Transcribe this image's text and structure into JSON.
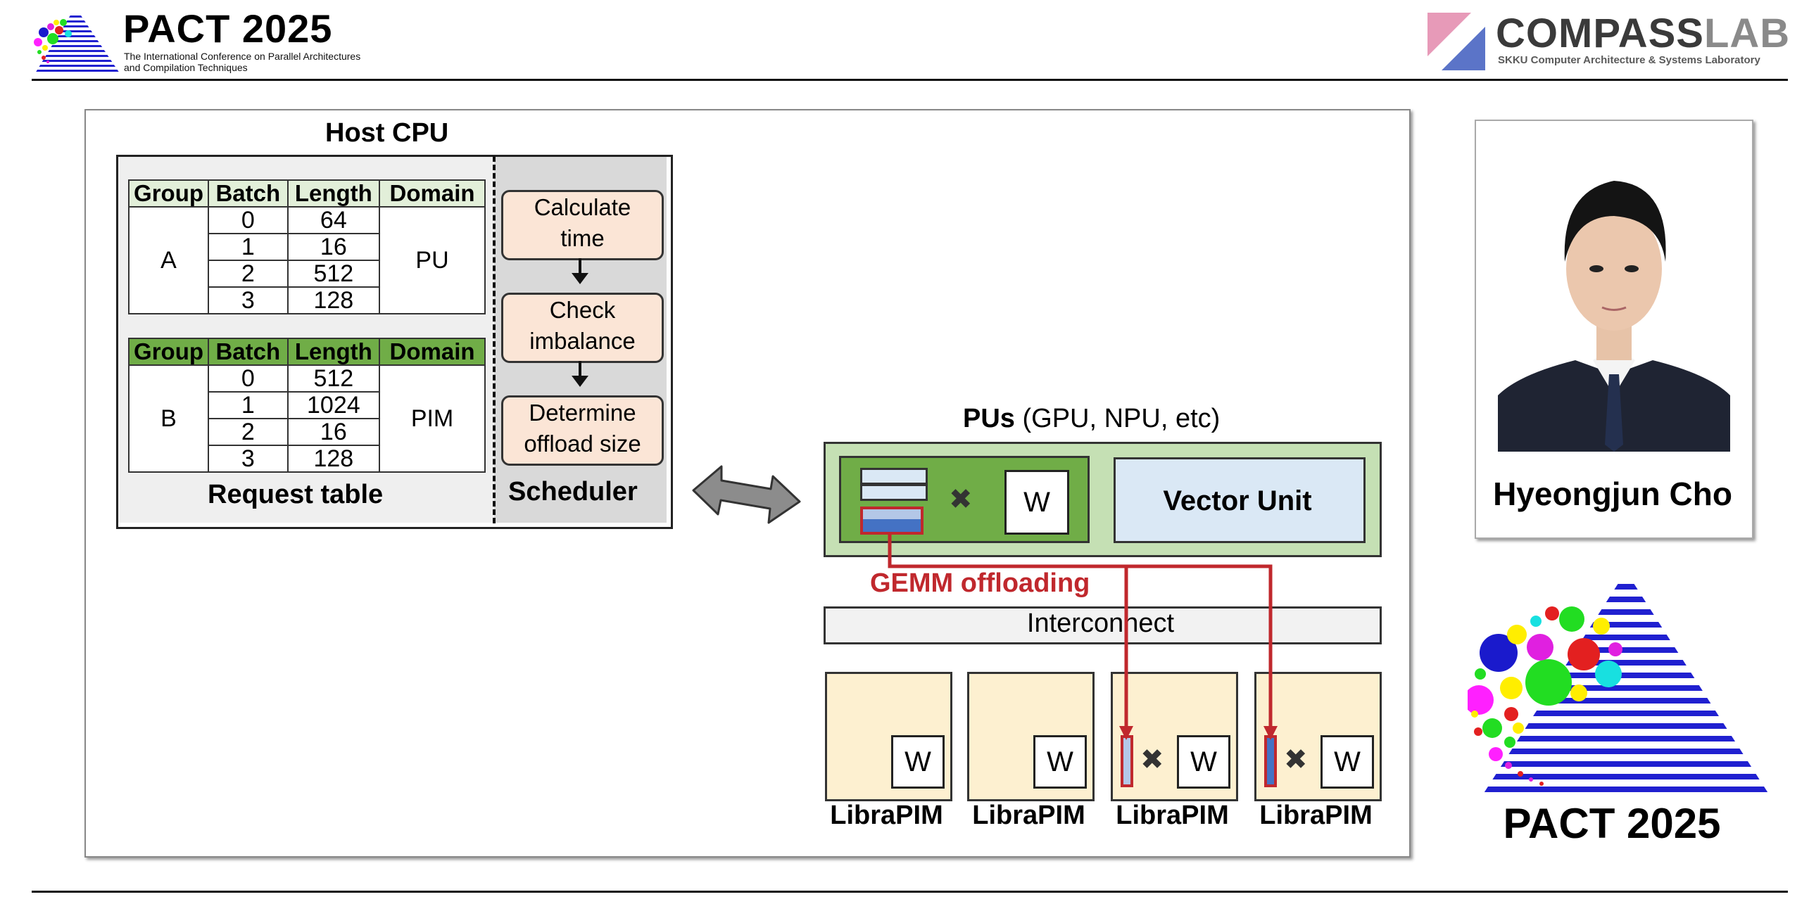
{
  "header": {
    "conference": "PACT 2025",
    "conference_subtitle_line1": "The International Conference on Parallel Architectures",
    "conference_subtitle_line2": "and Compilation Techniques",
    "lab_name_a": "COMPASS",
    "lab_name_b": "LAB",
    "lab_subtitle": "SKKU Computer Architecture & Systems Laboratory"
  },
  "diagram": {
    "host_title": "Host CPU",
    "table_headers": [
      "Group",
      "Batch",
      "Length",
      "Domain"
    ],
    "table_a": {
      "group": "A",
      "domain": "PU",
      "rows": [
        [
          "0",
          "64"
        ],
        [
          "1",
          "16"
        ],
        [
          "2",
          "512"
        ],
        [
          "3",
          "128"
        ]
      ]
    },
    "table_b": {
      "group": "B",
      "domain": "PIM",
      "rows": [
        [
          "0",
          "512"
        ],
        [
          "1",
          "1024"
        ],
        [
          "2",
          "16"
        ],
        [
          "3",
          "128"
        ]
      ]
    },
    "request_table_label": "Request table",
    "scheduler_label": "Scheduler",
    "steps": {
      "step1_line1": "Calculate",
      "step1_line2": "time",
      "step2_line1": "Check",
      "step2_line2": "imbalance",
      "step3_line1": "Determine",
      "step3_line2": "offload size"
    },
    "pus_title_bold": "PUs",
    "pus_title_rest": " (GPU, NPU, etc)",
    "multiply_symbol": "✖",
    "weight_label": "W",
    "vector_unit": "Vector Unit",
    "gemm_offloading": "GEMM offloading",
    "interconnect": "Interconnect",
    "pim_label": "LibraPIM",
    "colors": {
      "offload_red": "#c0282d",
      "gemm_green": "#70ad47",
      "pu_light_green": "#c5e0b4",
      "pim_fill": "#fdf0d0"
    }
  },
  "speaker": {
    "name": "Hyeongjun Cho"
  },
  "footer_logo": {
    "text": "PACT 2025"
  }
}
